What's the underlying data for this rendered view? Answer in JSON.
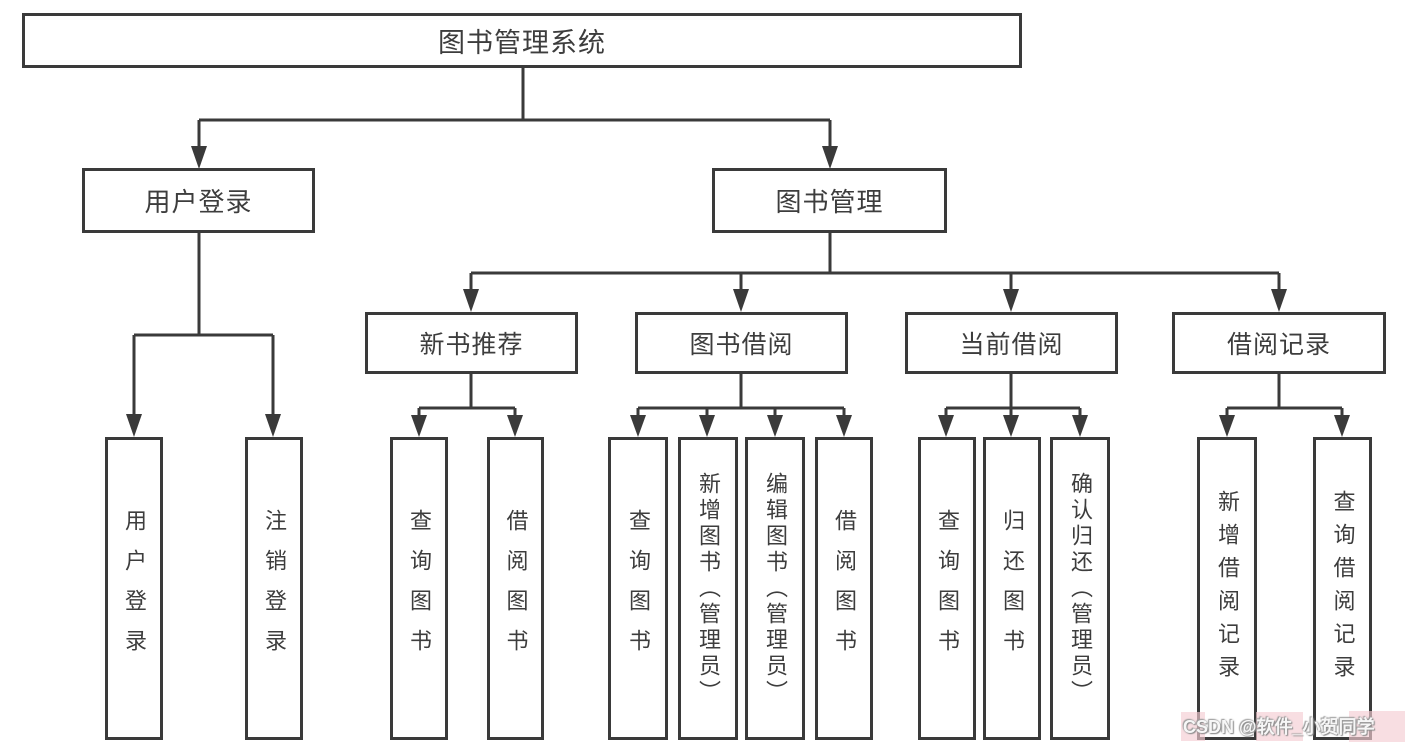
{
  "diagram_title": "图书管理系统",
  "tree": {
    "root": {
      "label": "图书管理系统"
    },
    "level2": [
      {
        "label": "用户登录"
      },
      {
        "label": "图书管理"
      }
    ],
    "level3": [
      {
        "label": "新书推荐"
      },
      {
        "label": "图书借阅"
      },
      {
        "label": "当前借阅"
      },
      {
        "label": "借阅记录"
      }
    ],
    "leaves": [
      {
        "parent": "用户登录",
        "label": "用户登录"
      },
      {
        "parent": "用户登录",
        "label": "注销登录"
      },
      {
        "parent": "新书推荐",
        "label": "查询图书"
      },
      {
        "parent": "新书推荐",
        "label": "借阅图书"
      },
      {
        "parent": "图书借阅",
        "label": "查询图书"
      },
      {
        "parent": "图书借阅",
        "label": "新增图书（管理员）"
      },
      {
        "parent": "图书借阅",
        "label": "编辑图书（管理员）"
      },
      {
        "parent": "图书借阅",
        "label": "借阅图书"
      },
      {
        "parent": "当前借阅",
        "label": "查询图书"
      },
      {
        "parent": "当前借阅",
        "label": "归还图书"
      },
      {
        "parent": "当前借阅",
        "label": "确认归还（管理员）"
      },
      {
        "parent": "借阅记录",
        "label": "新增借阅记录"
      },
      {
        "parent": "借阅记录",
        "label": "查询借阅记录"
      }
    ]
  },
  "watermark": {
    "text": "CSDN @软件_小贺同学"
  },
  "colors": {
    "line": "#3a3a3a",
    "text": "#3d3d3d",
    "background": "#ffffff",
    "watermark_pink": "#f5ccd2"
  }
}
